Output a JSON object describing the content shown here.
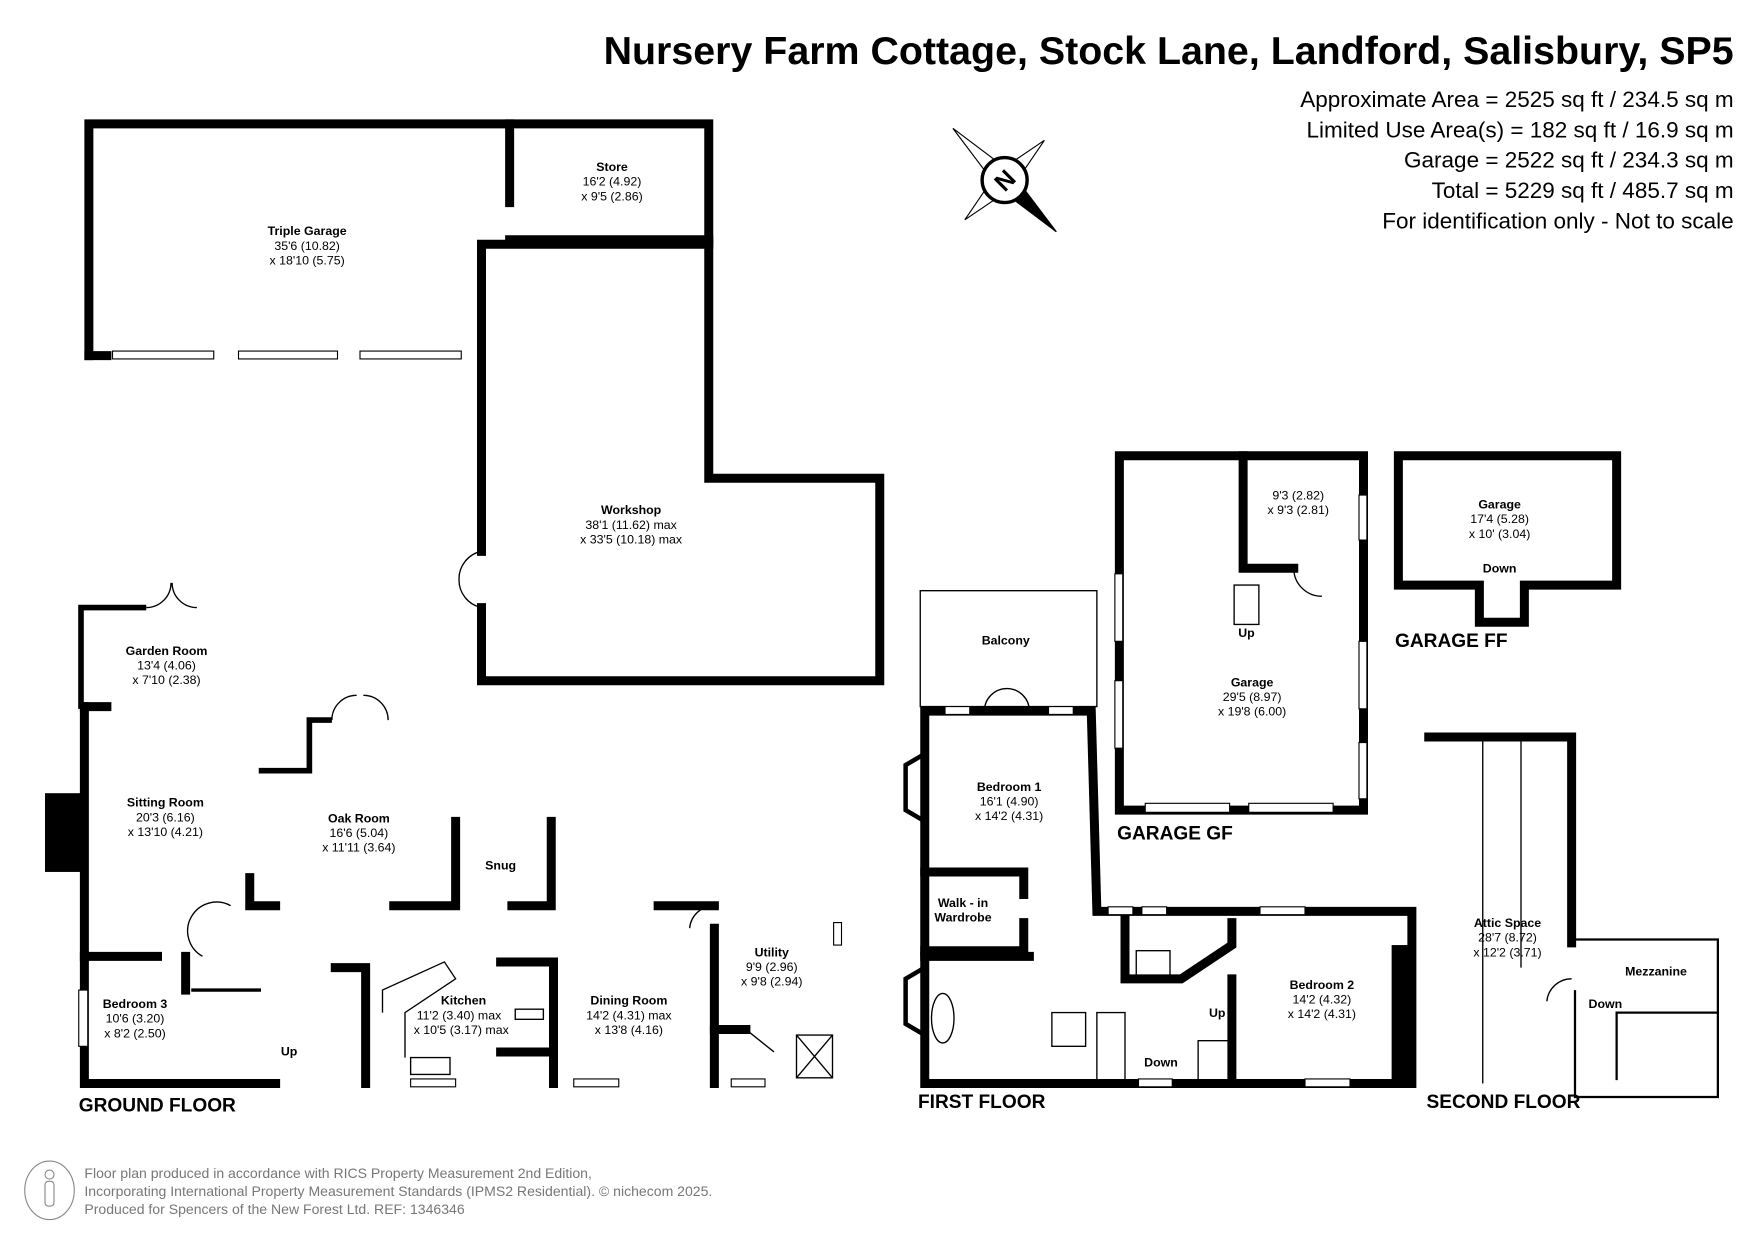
{
  "title": "Nursery Farm Cottage, Stock Lane, Landford, Salisbury, SP5",
  "areas": [
    "Approximate Area = 2525 sq ft / 234.5 sq m",
    "Limited Use Area(s) = 182 sq ft / 16.9 sq m",
    "Garage = 2522 sq ft / 234.3 sq m",
    "Total = 5229 sq ft / 485.7 sq m",
    "For identification only - Not to scale"
  ],
  "compass": {
    "letter": "N"
  },
  "floors": {
    "ground": "GROUND FLOOR",
    "first": "FIRST FLOOR",
    "garage_gf": "GARAGE GF",
    "garage_ff": "GARAGE FF",
    "second": "SECOND FLOOR"
  },
  "rooms": {
    "store": {
      "name": "Store",
      "d1": "16'2 (4.92)",
      "d2": "x 9'5 (2.86)"
    },
    "triple_garage": {
      "name": "Triple Garage",
      "d1": "35'6 (10.82)",
      "d2": "x 18'10 (5.75)"
    },
    "workshop": {
      "name": "Workshop",
      "d1": "38'1 (11.62) max",
      "d2": "x 33'5 (10.18) max"
    },
    "garden_room": {
      "name": "Garden Room",
      "d1": "13'4 (4.06)",
      "d2": "x 7'10 (2.38)"
    },
    "sitting_room": {
      "name": "Sitting Room",
      "d1": "20'3 (6.16)",
      "d2": "x 13'10 (4.21)"
    },
    "oak_room": {
      "name": "Oak Room",
      "d1": "16'6 (5.04)",
      "d2": "x 11'11 (3.64)"
    },
    "snug": {
      "name": "Snug"
    },
    "bedroom3": {
      "name": "Bedroom 3",
      "d1": "10'6 (3.20)",
      "d2": "x 8'2 (2.50)"
    },
    "kitchen": {
      "name": "Kitchen",
      "d1": "11'2 (3.40) max",
      "d2": "x 10'5 (3.17)  max"
    },
    "dining_room": {
      "name": "Dining Room",
      "d1": "14'2 (4.31) max",
      "d2": "x 13'8 (4.16)"
    },
    "utility": {
      "name": "Utility",
      "d1": "9'9 (2.96)",
      "d2": "x 9'8 (2.94)"
    },
    "balcony": {
      "name": "Balcony"
    },
    "bedroom1": {
      "name": "Bedroom 1",
      "d1": "16'1 (4.90)",
      "d2": "x 14'2 (4.31)"
    },
    "wardrobe": {
      "name1": "Walk - in",
      "name2": "Wardrobe"
    },
    "bedroom2": {
      "name": "Bedroom 2",
      "d1": "14'2 (4.32)",
      "d2": "x 14'2 (4.31)"
    },
    "garage_gf": {
      "name": "Garage",
      "d1": "29'5 (8.97)",
      "d2": "x 19'8 (6.00)"
    },
    "garage_gf_small": {
      "d1": "9'3 (2.82)",
      "d2": "x 9'3 (2.81)"
    },
    "garage_ff": {
      "name": "Garage",
      "d1": "17'4 (5.28)",
      "d2": "x 10' (3.04)"
    },
    "attic": {
      "name": "Attic Space",
      "d1": "28'7 (8.72)",
      "d2": "x 12'2 (3.71)"
    },
    "mezzanine": {
      "name": "Mezzanine"
    }
  },
  "stairs": {
    "up": "Up",
    "down": "Down"
  },
  "footer": {
    "line1": "Floor plan produced in accordance with RICS Property Measurement 2nd Edition,",
    "line2": "Incorporating International Property Measurement Standards (IPMS2 Residential).   © nichecom 2025.",
    "line3": "Produced for Spencers of the New Forest Ltd.   REF:  1346346"
  }
}
